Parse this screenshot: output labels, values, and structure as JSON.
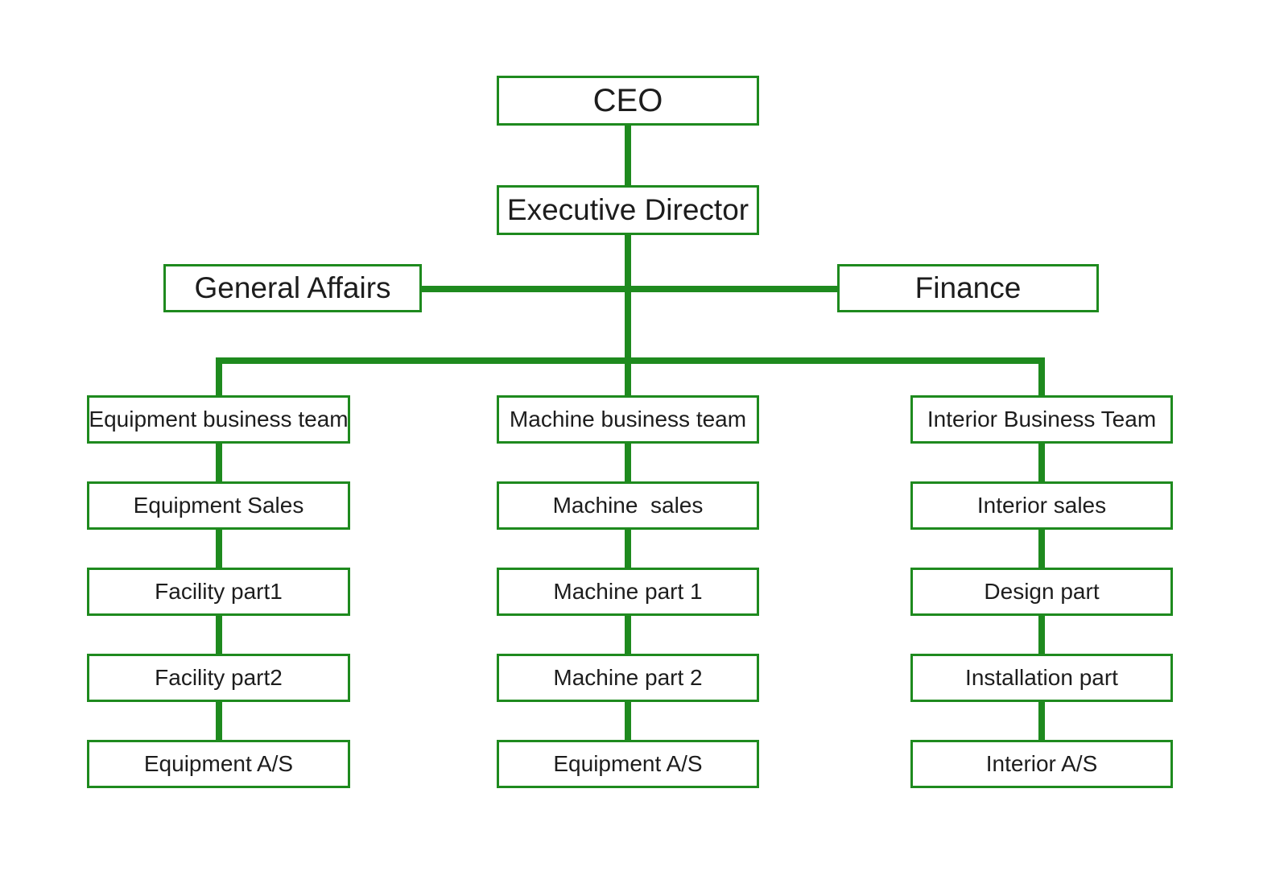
{
  "diagram": {
    "type": "org-chart",
    "accent_color": "#1e8a1e",
    "text_color": "#1d1d1d",
    "background_color": "#ffffff",
    "nodes": {
      "ceo": "CEO",
      "executive_director": "Executive Director",
      "general_affairs": "General Affairs",
      "finance": "Finance",
      "col1": [
        "Equipment business team",
        "Equipment Sales",
        "Facility part1",
        "Facility part2",
        "Equipment A/S"
      ],
      "col2": [
        "Machine business team",
        "Machine  sales",
        "Machine part 1",
        "Machine part 2",
        "Equipment A/S"
      ],
      "col3": [
        "Interior Business Team",
        "Interior sales",
        "Design part",
        "Installation part",
        "Interior A/S"
      ]
    },
    "edges": [
      "CEO -> Executive Director",
      "Executive Director -> General Affairs",
      "Executive Director -> Finance",
      "Executive Director -> Equipment business team",
      "Executive Director -> Machine business team",
      "Executive Director -> Interior Business Team",
      "Equipment business team -> Equipment Sales -> Facility part1 -> Facility part2 -> Equipment A/S",
      "Machine business team -> Machine  sales -> Machine part 1 -> Machine part 2 -> Equipment A/S",
      "Interior Business Team -> Interior sales -> Design part -> Installation part -> Interior A/S"
    ]
  }
}
